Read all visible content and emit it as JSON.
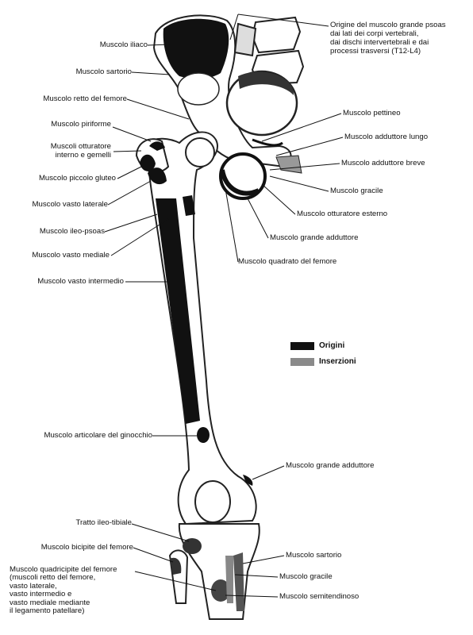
{
  "labels_left": [
    {
      "id": "iliaco",
      "text": "Muscolo iliaco"
    },
    {
      "id": "sartorio",
      "text": "Muscolo sartorio"
    },
    {
      "id": "retto",
      "text": "Muscolo retto del femore"
    },
    {
      "id": "piriforme",
      "text": "Muscolo piriforme"
    },
    {
      "id": "otturatore_int",
      "text": "Muscoli otturatore\ninterno e gemelli"
    },
    {
      "id": "piccolo_gluteo",
      "text": "Muscolo piccolo gluteo"
    },
    {
      "id": "vasto_laterale",
      "text": "Muscolo vasto laterale"
    },
    {
      "id": "ileopsoas",
      "text": "Muscolo ileo-psoas"
    },
    {
      "id": "vasto_mediale",
      "text": "Muscolo vasto mediale"
    },
    {
      "id": "vasto_intermedio",
      "text": "Muscolo vasto intermedio"
    },
    {
      "id": "articolare",
      "text": "Muscolo articolare del ginocchio"
    },
    {
      "id": "ileotibiale",
      "text": "Tratto ileo-tibiale"
    },
    {
      "id": "bicipite",
      "text": "Muscolo bicipite del femore"
    },
    {
      "id": "quadricipite",
      "text": "Muscolo quadricipite del femore\n(muscoli retto del femore,\nvasto laterale,\nvasto intermedio e\nvasto mediale mediante\nil legamento patellare)"
    }
  ],
  "labels_right": [
    {
      "id": "psoas",
      "text": "Origine del muscolo grande psoas\ndai lati dei corpi vertebrali,\ndai dischi intervertebrali e dai\nprocessi trasversi (T12-L4)"
    },
    {
      "id": "pettineo",
      "text": "Muscolo pettineo"
    },
    {
      "id": "add_lungo",
      "text": "Muscolo adduttore lungo"
    },
    {
      "id": "add_breve",
      "text": "Muscolo adduttore breve"
    },
    {
      "id": "gracile",
      "text": "Muscolo gracile"
    },
    {
      "id": "otturatore_est",
      "text": "Muscolo otturatore esterno"
    },
    {
      "id": "grande_add",
      "text": "Muscolo grande adduttore"
    },
    {
      "id": "quadrato",
      "text": "Muscolo quadrato del femore"
    },
    {
      "id": "grande_add2",
      "text": "Muscolo grande adduttore"
    },
    {
      "id": "sartorio2",
      "text": "Muscolo sartorio"
    },
    {
      "id": "gracile2",
      "text": "Muscolo gracile"
    },
    {
      "id": "semitendinoso",
      "text": "Muscolo semitendinoso"
    }
  ],
  "legend": [
    {
      "label": "Origini",
      "color": "#111111"
    },
    {
      "label": "Inserzioni",
      "color": "#8a8a8a"
    }
  ]
}
